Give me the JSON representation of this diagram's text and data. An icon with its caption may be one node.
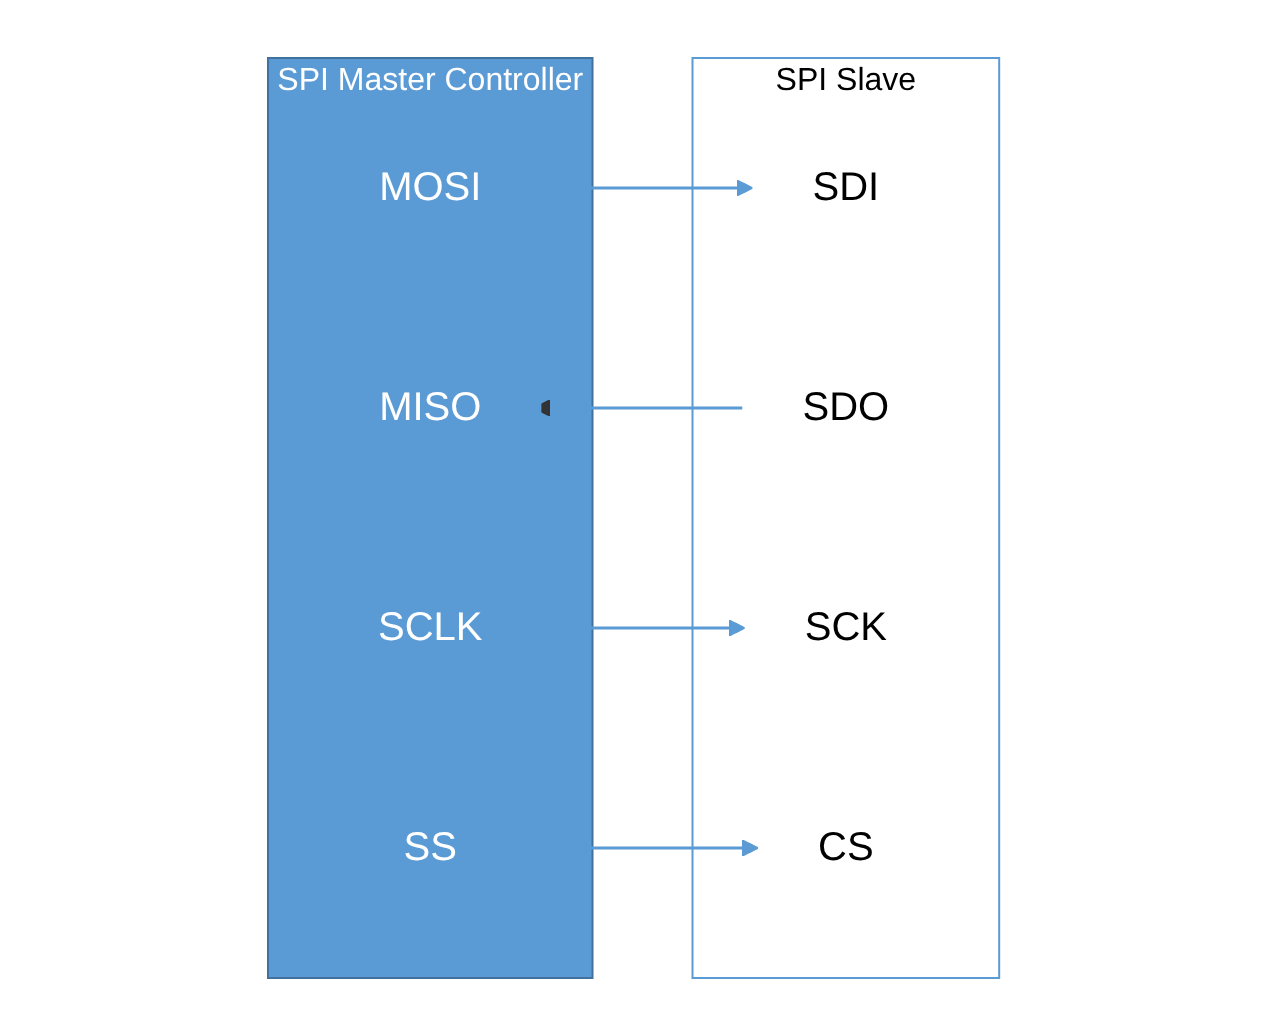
{
  "diagram": {
    "nodes": [
      {
        "text": [
          "SPI Master Controller"
        ]
      },
      {
        "text": [
          "MOSI"
        ],
        "in": 0
      },
      {
        "text": [
          "MISO"
        ],
        "in": 0
      },
      {
        "text": [
          "SCLK"
        ],
        "in": 0
      },
      {
        "text": [
          "SS"
        ],
        "in": 0
      },
      {
        "text": [
          "SPI Slave"
        ]
      },
      {
        "text": [
          "SDI"
        ],
        "in": 5
      },
      {
        "text": [
          "SDO"
        ],
        "in": 5
      },
      {
        "text": [
          "SCK"
        ],
        "in": 5
      },
      {
        "text": [
          "CS"
        ],
        "in": 5
      }
    ],
    "edges": [
      {
        "from": 1,
        "to": 6,
        "arrow": "to"
      },
      {
        "from": 7,
        "to": 2,
        "arrow": "to"
      },
      {
        "from": 3,
        "to": 8,
        "arrow": "to"
      },
      {
        "from": 4,
        "to": 9,
        "arrow": "to"
      }
    ]
  }
}
